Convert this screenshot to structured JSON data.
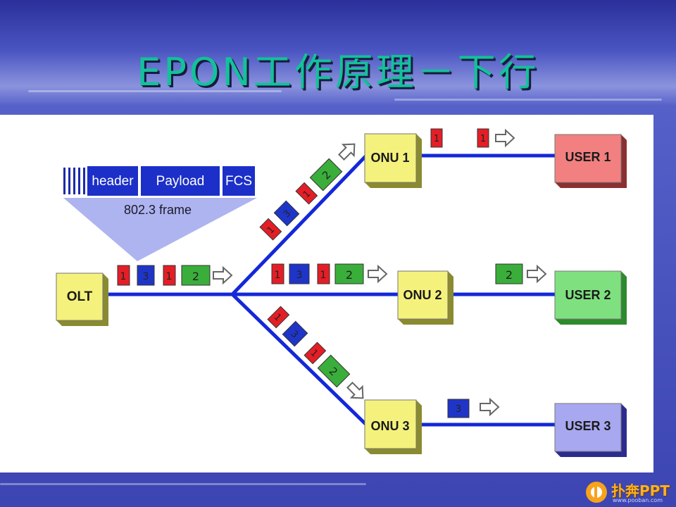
{
  "slide": {
    "title": "EPON工作原理－下行"
  },
  "frame": {
    "header_label": "header",
    "payload_label": "Payload",
    "fcs_label": "FCS",
    "caption": "802.3 frame"
  },
  "nodes": {
    "olt": "OLT",
    "onu1": "ONU 1",
    "onu2": "ONU 2",
    "onu3": "ONU 3",
    "user1": "USER 1",
    "user2": "USER 2",
    "user3": "USER 3"
  },
  "packets": {
    "p1": "1",
    "p2": "2",
    "p3": "3"
  },
  "colors": {
    "packet1": "#e41e26",
    "packet2": "#3aae3a",
    "packet3": "#1f35c8",
    "fiber": "#1428d8",
    "node": "#f2f07a",
    "user1": "#f28080",
    "user2": "#7fe07f",
    "user3": "#a8a8f0"
  },
  "logo": {
    "text": "扑奔PPT",
    "url": "www.pooban.com"
  }
}
